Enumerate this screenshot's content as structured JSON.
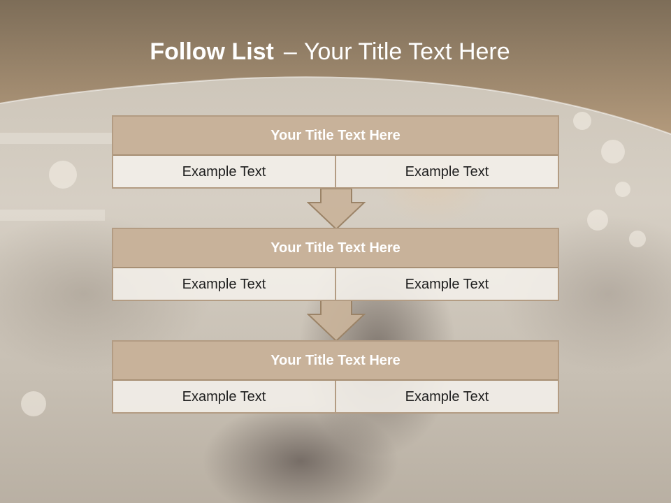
{
  "slide": {
    "title_bold": "Follow List",
    "title_separator": "–",
    "title_rest": "Your Title Text Here"
  },
  "steps": [
    {
      "title": "Your Title Text Here",
      "left": "Example Text",
      "right": "Example Text"
    },
    {
      "title": "Your Title Text Here",
      "left": "Example Text",
      "right": "Example Text"
    },
    {
      "title": "Your Title Text Here",
      "left": "Example Text",
      "right": "Example Text"
    }
  ],
  "colors": {
    "header_top": "#7d6d58",
    "header_bottom": "#b39a7c",
    "box_header": "#c8b29a",
    "box_border": "#b39c83",
    "arrow_fill": "#c9b39a"
  }
}
